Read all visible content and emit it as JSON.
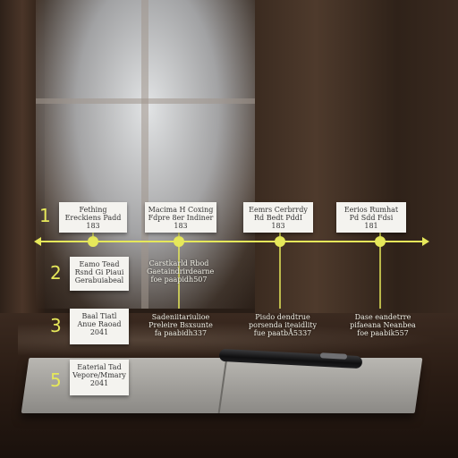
{
  "colors": {
    "accent": "#e6e85a",
    "card": "#f4f3ef"
  },
  "timeline": {
    "top_cards": [
      {
        "lines": [
          "Fething",
          "Ereckiens Padd",
          "183"
        ]
      },
      {
        "lines": [
          "Macima H Coxing",
          "Fdpre 8er Indiner",
          "183"
        ]
      },
      {
        "lines": [
          "Eemrs Cerbrrdy",
          "Rd Bedt PddI",
          "183"
        ]
      },
      {
        "lines": [
          "Eerios Rumhat",
          "Pd Sdd Fdsi",
          "181"
        ]
      }
    ],
    "side_cards": [
      {
        "lines": [
          "Eamo Tead",
          "Rsnd Gi Piaui",
          "Gerabuiabeal"
        ]
      },
      {
        "lines": [
          "Baal Tiatl",
          "Anue Raoad",
          "2041"
        ]
      },
      {
        "lines": [
          "Eaterial Tad",
          "Vepore/Mmary",
          "2041"
        ]
      }
    ],
    "numbers": [
      "1",
      "2",
      "3",
      "5"
    ],
    "notes": [
      {
        "lines": [
          "Carstkarld Rbod",
          "Gaetaindrirdearne",
          "foe paapidh507"
        ]
      },
      {
        "lines": [
          "Sadeniitariulioe",
          "Preleire Bsxsunte",
          "fa paabidh337"
        ]
      },
      {
        "lines": [
          "Pisdo dendtrue",
          "porsenda iteaidlity",
          "fue paatbÅ5337"
        ]
      },
      {
        "lines": [
          "Dase eandetrre",
          "pifaeana Neanbea",
          "foe paabik557"
        ]
      }
    ]
  }
}
